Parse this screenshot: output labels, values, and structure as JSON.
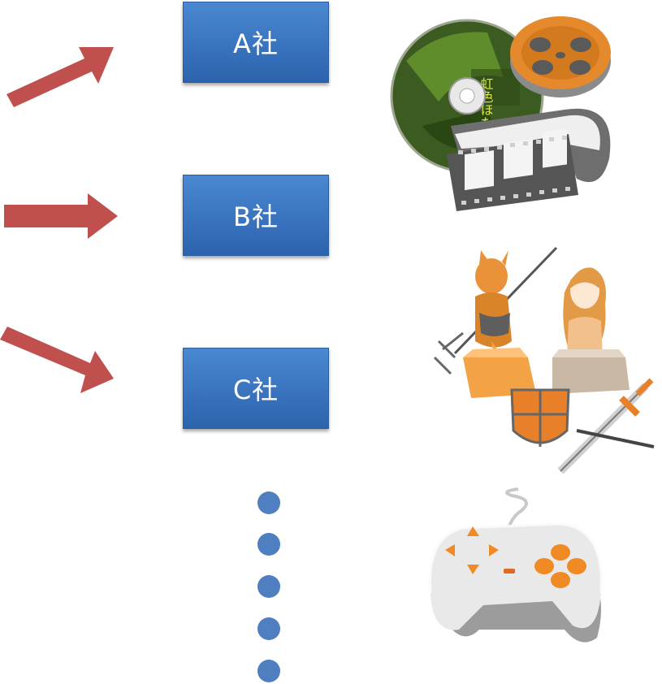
{
  "companies": [
    {
      "label": "A社"
    },
    {
      "label": "B社"
    },
    {
      "label": "C社"
    }
  ],
  "illustrations": {
    "media": {
      "icon": "dvd-film-reel-icon",
      "disc_text": "虹色ほたる"
    },
    "characters": {
      "icon": "anime-figures-shield-sword-icon"
    },
    "gaming": {
      "icon": "game-controller-icon"
    }
  },
  "colors": {
    "arrow": "#c0504d",
    "box_top": "#4a88d2",
    "box_bottom": "#2c63ad",
    "dot": "#4f7fc0",
    "accent_orange": "#f08a24"
  },
  "ellipsis_dots": 5
}
